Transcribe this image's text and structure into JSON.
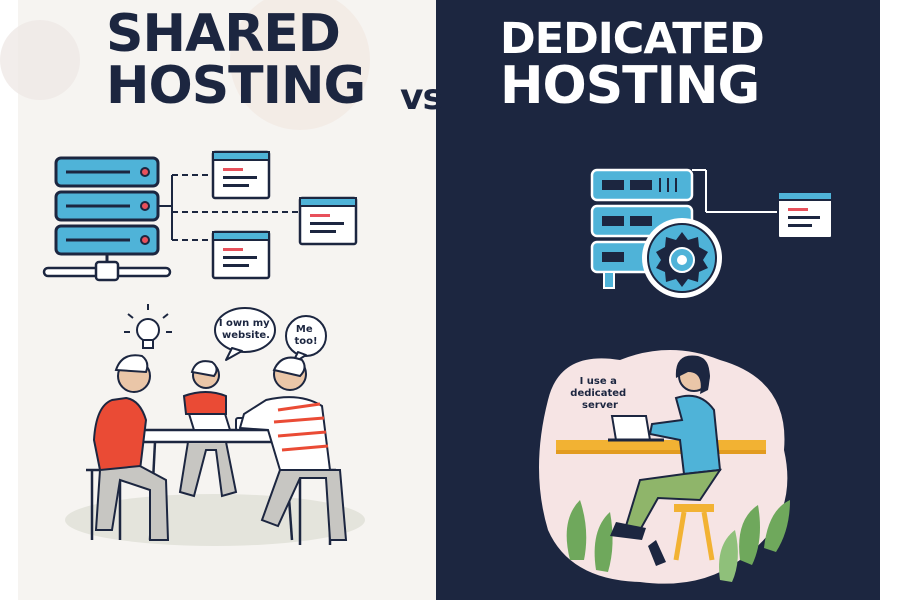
{
  "titles": {
    "left_line1": "SHARED",
    "left_line2": "HOSTING",
    "vs": "vs.",
    "right_line1": "DEDICATED",
    "right_line2": "HOSTING"
  },
  "speech": {
    "own_website": [
      "I own my",
      "website."
    ],
    "me_too": [
      "Me",
      "too!"
    ],
    "dedicated": [
      "I use a",
      "dedicated",
      "server"
    ]
  },
  "colors": {
    "navy": "#1c2640",
    "server_blue": "#4fb3d8",
    "server_led": "#e8505b",
    "shirt_red": "#ea4b35",
    "leaf_green": "#6fa85c",
    "desk_yellow": "#f2b233",
    "bubble_pink": "#f6e4e4"
  }
}
